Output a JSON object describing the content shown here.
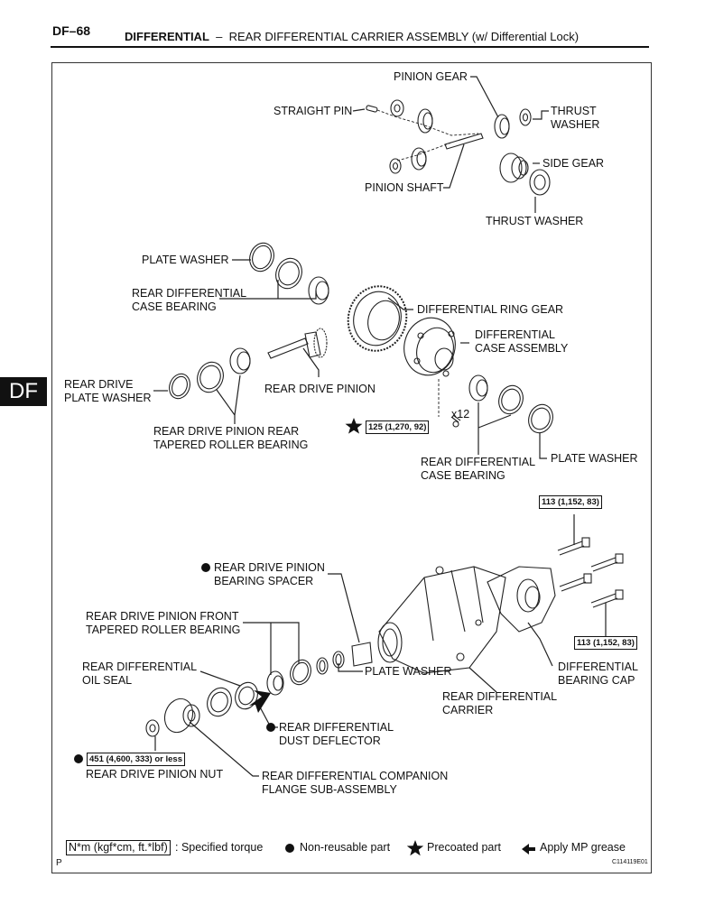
{
  "header": {
    "page_number": "DF–68",
    "section": "DIFFERENTIAL",
    "separator": "–",
    "subtitle": "REAR DIFFERENTIAL CARRIER ASSEMBLY (w/ Differential Lock)"
  },
  "side_tab": "DF",
  "labels": {
    "pinion_gear": "PINION GEAR",
    "straight_pin": "STRAIGHT PIN",
    "thrust_washer_top": "THRUST\nWASHER",
    "side_gear": "SIDE GEAR",
    "pinion_shaft": "PINION SHAFT",
    "thrust_washer_bottom": "THRUST WASHER",
    "plate_washer_1": "PLATE WASHER",
    "rear_diff_case_bearing_1": "REAR DIFFERENTIAL\nCASE BEARING",
    "diff_ring_gear": "DIFFERENTIAL RING GEAR",
    "diff_case_assembly": "DIFFERENTIAL\nCASE ASSEMBLY",
    "rear_drive_plate_washer": "REAR DRIVE\nPLATE WASHER",
    "rear_drive_pinion": "REAR DRIVE PINION",
    "bolt_count": "x12",
    "rear_drive_pinion_rear_bearing": "REAR DRIVE PINION REAR\nTAPERED ROLLER BEARING",
    "rear_diff_case_bearing_2": "REAR DIFFERENTIAL\nCASE BEARING",
    "plate_washer_2": "PLATE WASHER",
    "bearing_spacer": "REAR DRIVE PINION\nBEARING SPACER",
    "front_bearing": "REAR DRIVE PINION FRONT\nTAPERED ROLLER BEARING",
    "oil_seal": "REAR DIFFERENTIAL\nOIL SEAL",
    "plate_washer_3": "PLATE WASHER",
    "diff_carrier": "REAR DIFFERENTIAL\nCARRIER",
    "diff_bearing_cap": "DIFFERENTIAL\nBEARING CAP",
    "dust_deflector": "REAR DIFFERENTIAL\nDUST DEFLECTOR",
    "rear_drive_pinion_nut": "REAR DRIVE PINION NUT",
    "companion_flange": "REAR DIFFERENTIAL COMPANION\nFLANGE SUB-ASSEMBLY"
  },
  "torques": {
    "ring_gear_bolt": "125 (1,270, 92)",
    "cap_bolt_top": "113 (1,152, 83)",
    "cap_bolt_bottom": "113 (1,152, 83)",
    "pinion_nut": "451 (4,600, 333) or less"
  },
  "legend": {
    "torque_unit": "N*m (kgf*cm, ft.*lbf)",
    "torque_desc": ": Specified torque",
    "non_reusable": "Non-reusable part",
    "precoated": "Precoated part",
    "mp_grease": "Apply MP grease"
  },
  "footer": {
    "code": "C114119E01",
    "page_mark": "P"
  }
}
